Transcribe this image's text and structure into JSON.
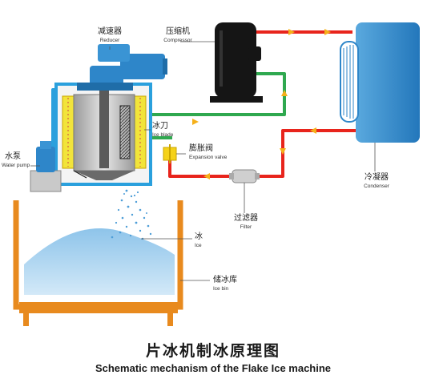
{
  "labels": {
    "reducer": {
      "cn": "减速器",
      "en": "Reducer"
    },
    "compressor": {
      "cn": "压缩机",
      "en": "Compressor"
    },
    "ice_blade": {
      "cn": "冰刀",
      "en": "Ice blade"
    },
    "expansion_valve": {
      "cn": "膨胀阀",
      "en": "Expansion valve"
    },
    "water_pump": {
      "cn": "水泵",
      "en": "Water pump"
    },
    "condenser": {
      "cn": "冷凝器",
      "en": "Condenser"
    },
    "filter": {
      "cn": "过滤器",
      "en": "Filter"
    },
    "ice": {
      "cn": "冰",
      "en": "Ice"
    },
    "ice_bin": {
      "cn": "储冰库",
      "en": "Ice bin"
    }
  },
  "caption": {
    "cn": "片冰机制冰原理图",
    "en": "Schematic mechanism of the Flake Ice machine"
  },
  "colors": {
    "hot_line": "#e8241c",
    "cold_line": "#2fa84f",
    "water_line": "#2aa0dd",
    "flow_arrow": "#f5b01a",
    "condenser": "#2e86c9",
    "ice_bin_frame": "#e88a1e",
    "ice": "#a9d3f0",
    "evaporator": "#f2e43a"
  }
}
